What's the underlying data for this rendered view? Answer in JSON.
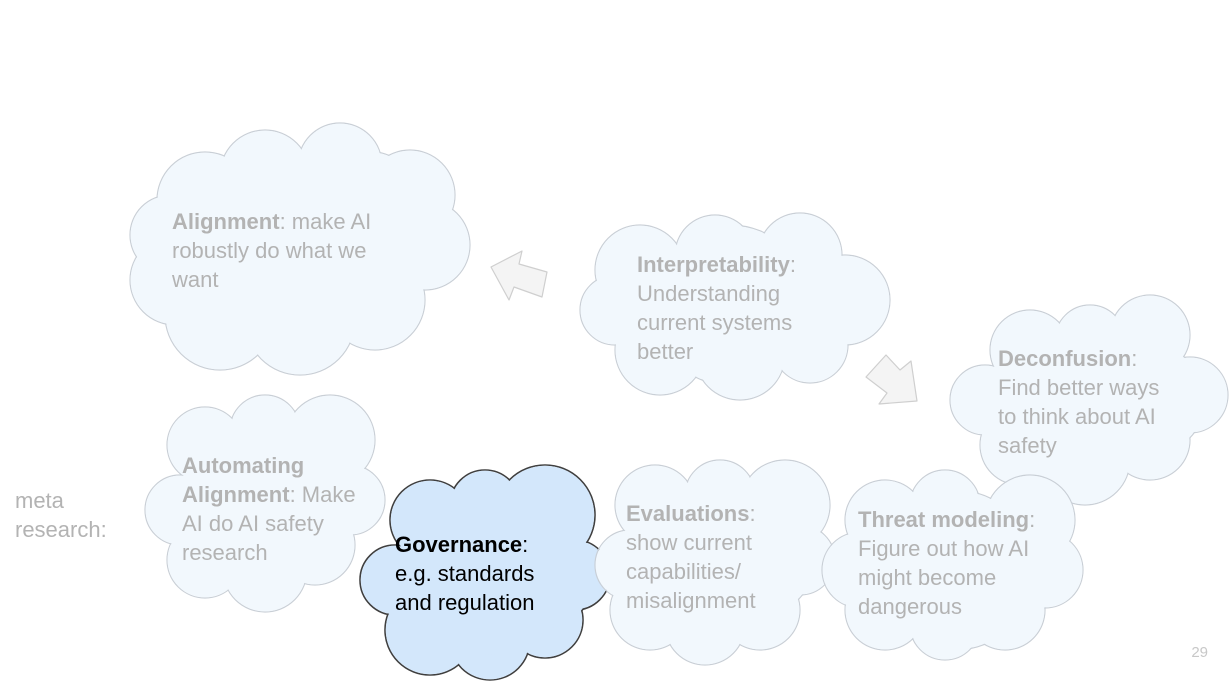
{
  "colors": {
    "cloud_fill": "#f2f8fd",
    "cloud_stroke": "#c9cfd6",
    "active_fill": "#d3e7fb",
    "active_stroke": "#3f3f3f",
    "muted_text": "#b3b3b3",
    "active_text": "#000000",
    "arrow_fill": "#f4f4f4",
    "arrow_stroke": "#cfcfcf"
  },
  "clouds": {
    "alignment": {
      "title": "Alignment",
      "rest_1": ": make AI",
      "line_2": "robustly do what we",
      "line_3": "want"
    },
    "interpretability": {
      "title": "Interpretability",
      "rest_1": ":",
      "line_2": "Understanding",
      "line_3": "current systems",
      "line_4": "better"
    },
    "deconfusion": {
      "title": "Deconfusion",
      "rest_1": ":",
      "line_2": "Find better ways",
      "line_3": "to think about AI",
      "line_4": "safety"
    },
    "automating": {
      "line_1": "Automating",
      "title_2": "Alignment",
      "rest_2": ": Make",
      "line_3": "AI do AI safety",
      "line_4": "research"
    },
    "governance": {
      "title": "Governance",
      "rest_1": ":",
      "line_2": "e.g. standards",
      "line_3": "and regulation"
    },
    "evaluations": {
      "title": "Evaluations",
      "rest_1": ":",
      "line_2": "show current",
      "line_3": "capabilities/",
      "line_4": "misalignment"
    },
    "threat": {
      "title": "Threat modeling",
      "rest_1": ":",
      "line_2": "Figure out how AI",
      "line_3": "might become",
      "line_4": "dangerous"
    }
  },
  "meta_label": {
    "line_1": "meta",
    "line_2": "research:"
  },
  "page_number": "29"
}
